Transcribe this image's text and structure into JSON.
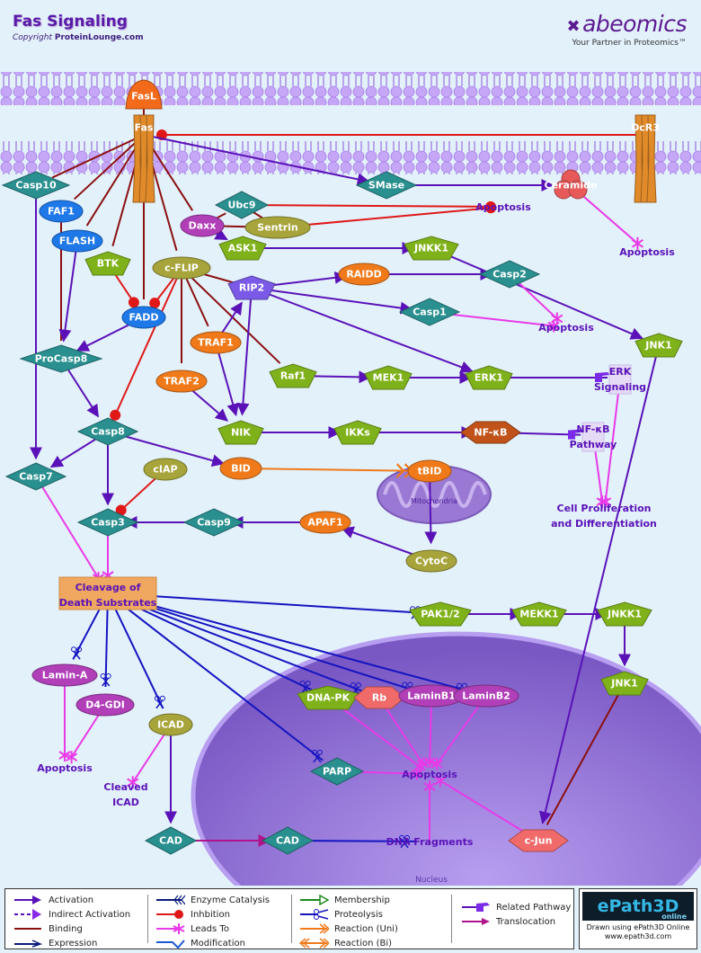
{
  "header": {
    "title": "Fas Signaling",
    "copyright_prefix": "Copyright",
    "copyright_owner": "ProteinLounge.com",
    "brand_name": "abeomics",
    "brand_tagline": "Your Partner in Proteomics™"
  },
  "compartments": {
    "mitochondria": "Mitochondria",
    "nucleus": "Nucleus"
  },
  "nodes": [
    {
      "id": "FasL",
      "label": "FasL",
      "shape": "ligand",
      "color": "#f26a1a"
    },
    {
      "id": "Fas",
      "label": "Fas",
      "shape": "receptor",
      "color": "#e08a2a"
    },
    {
      "id": "DcR3",
      "label": "DcR3",
      "shape": "receptor",
      "color": "#e08a2a"
    },
    {
      "id": "Casp10",
      "label": "Casp10",
      "shape": "diamond",
      "color": "#2a8f8f"
    },
    {
      "id": "SMase",
      "label": "SMase",
      "shape": "diamond",
      "color": "#2a8f8f"
    },
    {
      "id": "Ceramide",
      "label": "Ceramide",
      "shape": "trefoil",
      "color": "#e85a5a"
    },
    {
      "id": "FAF1",
      "label": "FAF1",
      "shape": "ellipse",
      "color": "#1e78e8"
    },
    {
      "id": "FLASH",
      "label": "FLASH",
      "shape": "ellipse",
      "color": "#1e78e8"
    },
    {
      "id": "Ubc9",
      "label": "Ubc9",
      "shape": "diamond",
      "color": "#2a8f8f"
    },
    {
      "id": "Daxx",
      "label": "Daxx",
      "shape": "ellipse",
      "color": "#b03fb8"
    },
    {
      "id": "Sentrin",
      "label": "Sentrin",
      "shape": "ellipse",
      "color": "#a6a43a"
    },
    {
      "id": "ASK1",
      "label": "ASK1",
      "shape": "pentagon",
      "color": "#7fb21a"
    },
    {
      "id": "JNKK1a",
      "label": "JNKK1",
      "shape": "pentagon",
      "color": "#7fb21a"
    },
    {
      "id": "BTK",
      "label": "BTK",
      "shape": "pentagon",
      "color": "#7fb21a"
    },
    {
      "id": "cFLIP",
      "label": "c-FLIP",
      "shape": "ellipse",
      "color": "#a6a43a"
    },
    {
      "id": "RIP2",
      "label": "RIP2",
      "shape": "pentagon",
      "color": "#7b5ae8"
    },
    {
      "id": "RAIDD",
      "label": "RAIDD",
      "shape": "ellipse",
      "color": "#f07a1a"
    },
    {
      "id": "Casp2",
      "label": "Casp2",
      "shape": "diamond",
      "color": "#2a8f8f"
    },
    {
      "id": "FADD",
      "label": "FADD",
      "shape": "ellipse",
      "color": "#1e78e8"
    },
    {
      "id": "Casp1",
      "label": "Casp1",
      "shape": "diamond",
      "color": "#2a8f8f"
    },
    {
      "id": "TRAF1",
      "label": "TRAF1",
      "shape": "ellipse",
      "color": "#f07a1a"
    },
    {
      "id": "JNK1a",
      "label": "JNK1",
      "shape": "pentagon",
      "color": "#7fb21a"
    },
    {
      "id": "ProCasp8",
      "label": "ProCasp8",
      "shape": "diamond",
      "color": "#2a8f8f"
    },
    {
      "id": "Raf1",
      "label": "Raf1",
      "shape": "pentagon",
      "color": "#7fb21a"
    },
    {
      "id": "MEK1",
      "label": "MEK1",
      "shape": "pentagon",
      "color": "#7fb21a"
    },
    {
      "id": "ERK1",
      "label": "ERK1",
      "shape": "pentagon",
      "color": "#7fb21a"
    },
    {
      "id": "TRAF2",
      "label": "TRAF2",
      "shape": "ellipse",
      "color": "#f07a1a"
    },
    {
      "id": "Casp8",
      "label": "Casp8",
      "shape": "diamond",
      "color": "#2a8f8f"
    },
    {
      "id": "NIK",
      "label": "NIK",
      "shape": "pentagon",
      "color": "#7fb21a"
    },
    {
      "id": "IKKs",
      "label": "IKKs",
      "shape": "pentagon",
      "color": "#7fb21a"
    },
    {
      "id": "NFkB",
      "label": "NF-κB",
      "shape": "hexagon",
      "color": "#c0521a"
    },
    {
      "id": "Casp7",
      "label": "Casp7",
      "shape": "diamond",
      "color": "#2a8f8f"
    },
    {
      "id": "BID",
      "label": "BID",
      "shape": "ellipse",
      "color": "#f07a1a"
    },
    {
      "id": "tBID",
      "label": "tBID",
      "shape": "ellipse",
      "color": "#f07a1a"
    },
    {
      "id": "cIAP",
      "label": "cIAP",
      "shape": "ellipse",
      "color": "#a6a43a"
    },
    {
      "id": "Casp3",
      "label": "Casp3",
      "shape": "diamond",
      "color": "#2a8f8f"
    },
    {
      "id": "Casp9",
      "label": "Casp9",
      "shape": "diamond",
      "color": "#2a8f8f"
    },
    {
      "id": "APAF1",
      "label": "APAF1",
      "shape": "ellipse",
      "color": "#f07a1a"
    },
    {
      "id": "CytoC",
      "label": "CytoC",
      "shape": "ellipse",
      "color": "#a6a43a"
    },
    {
      "id": "PAK12",
      "label": "PAK1/2",
      "shape": "pentagon",
      "color": "#7fb21a"
    },
    {
      "id": "MEKK1",
      "label": "MEKK1",
      "shape": "pentagon",
      "color": "#7fb21a"
    },
    {
      "id": "JNKK1b",
      "label": "JNKK1",
      "shape": "pentagon",
      "color": "#7fb21a"
    },
    {
      "id": "LaminA",
      "label": "Lamin-A",
      "shape": "ellipse",
      "color": "#b03fb8"
    },
    {
      "id": "D4GDI",
      "label": "D4-GDI",
      "shape": "ellipse",
      "color": "#b03fb8"
    },
    {
      "id": "ICAD",
      "label": "ICAD",
      "shape": "ellipse",
      "color": "#a6a43a"
    },
    {
      "id": "DNAPK",
      "label": "DNA-PK",
      "shape": "pentagon",
      "color": "#7fb21a"
    },
    {
      "id": "Rb",
      "label": "Rb",
      "shape": "hexagon",
      "color": "#f06a6a"
    },
    {
      "id": "LaminB1",
      "label": "LaminB1",
      "shape": "ellipse",
      "color": "#b03fb8"
    },
    {
      "id": "LaminB2",
      "label": "LaminB2",
      "shape": "ellipse",
      "color": "#b03fb8"
    },
    {
      "id": "JNK1b",
      "label": "JNK1",
      "shape": "pentagon",
      "color": "#7fb21a"
    },
    {
      "id": "PARP",
      "label": "PARP",
      "shape": "diamond",
      "color": "#2a8f8f"
    },
    {
      "id": "CAD1",
      "label": "CAD",
      "shape": "diamond",
      "color": "#2a8f8f"
    },
    {
      "id": "CAD2",
      "label": "CAD",
      "shape": "diamond",
      "color": "#2a8f8f"
    },
    {
      "id": "cJun",
      "label": "c-Jun",
      "shape": "hexagon",
      "color": "#f06a6a"
    }
  ],
  "outcomes": [
    {
      "id": "apop1",
      "lines": [
        "Apoptosis"
      ]
    },
    {
      "id": "apop2",
      "lines": [
        "Apoptosis"
      ]
    },
    {
      "id": "apop3",
      "lines": [
        "Apoptosis"
      ]
    },
    {
      "id": "erk",
      "lines": [
        "ERK",
        "Signaling"
      ],
      "type": "related-pathway"
    },
    {
      "id": "nfkbpath",
      "lines": [
        "NF-κB",
        "Pathway"
      ],
      "type": "related-pathway"
    },
    {
      "id": "cellprolif",
      "lines": [
        "Cell Proliferation",
        "and Differentiation"
      ]
    },
    {
      "id": "cleavage",
      "lines": [
        "Cleavage of",
        "Death Substrates"
      ],
      "type": "box"
    },
    {
      "id": "apop4",
      "lines": [
        "Apoptosis"
      ]
    },
    {
      "id": "cleavedicad",
      "lines": [
        "Cleaved",
        "ICAD"
      ]
    },
    {
      "id": "apop5",
      "lines": [
        "Apoptosis"
      ],
      "inside": "nucleus"
    },
    {
      "id": "dnafrag",
      "lines": [
        "DNA Fragments"
      ],
      "inside": "nucleus"
    }
  ],
  "edges": [
    {
      "from": "FasL",
      "to": "Fas",
      "type": "binding"
    },
    {
      "from": "DcR3",
      "to": "Fas",
      "type": "inhibition"
    },
    {
      "from": "Fas",
      "to": "Casp10",
      "type": "binding"
    },
    {
      "from": "Fas",
      "to": "SMase",
      "type": "activation"
    },
    {
      "from": "SMase",
      "to": "Ceramide",
      "type": "activation"
    },
    {
      "from": "Ceramide",
      "to": "apop2",
      "type": "leads-to"
    },
    {
      "from": "Fas",
      "to": "FAF1",
      "type": "binding"
    },
    {
      "from": "Fas",
      "to": "FLASH",
      "type": "binding"
    },
    {
      "from": "Fas",
      "to": "BTK",
      "type": "binding"
    },
    {
      "from": "Fas",
      "to": "FADD",
      "type": "binding"
    },
    {
      "from": "Fas",
      "to": "cFLIP",
      "type": "binding"
    },
    {
      "from": "Fas",
      "to": "Daxx",
      "type": "binding"
    },
    {
      "from": "Daxx",
      "to": "Ubc9",
      "type": "binding"
    },
    {
      "from": "Daxx",
      "to": "Sentrin",
      "type": "binding"
    },
    {
      "from": "Ubc9",
      "to": "Sentrin",
      "type": "binding"
    },
    {
      "from": "Ubc9",
      "to": "apop1",
      "type": "inhibition"
    },
    {
      "from": "Sentrin",
      "to": "apop1",
      "type": "inhibition"
    },
    {
      "from": "Daxx",
      "to": "ASK1",
      "type": "activation"
    },
    {
      "from": "ASK1",
      "to": "JNKK1a",
      "type": "activation"
    },
    {
      "from": "JNKK1a",
      "to": "JNK1a",
      "type": "activation"
    },
    {
      "from": "BTK",
      "to": "FADD",
      "type": "inhibition"
    },
    {
      "from": "cFLIP",
      "to": "FADD",
      "type": "inhibition"
    },
    {
      "from": "cFLIP",
      "to": "RIP2",
      "type": "binding"
    },
    {
      "from": "cFLIP",
      "to": "TRAF1",
      "type": "binding"
    },
    {
      "from": "cFLIP",
      "to": "TRAF2",
      "type": "binding"
    },
    {
      "from": "cFLIP",
      "to": "Raf1",
      "type": "binding"
    },
    {
      "from": "cFLIP",
      "to": "Casp8",
      "type": "inhibition"
    },
    {
      "from": "RIP2",
      "to": "RAIDD",
      "type": "activation"
    },
    {
      "from": "RAIDD",
      "to": "Casp2",
      "type": "activation"
    },
    {
      "from": "RIP2",
      "to": "Casp1",
      "type": "activation"
    },
    {
      "from": "RIP2",
      "to": "ERK1",
      "type": "activation"
    },
    {
      "from": "RIP2",
      "to": "NIK",
      "type": "activation"
    },
    {
      "from": "Casp2",
      "to": "apop3",
      "type": "leads-to"
    },
    {
      "from": "Casp1",
      "to": "apop3",
      "type": "leads-to"
    },
    {
      "from": "TRAF1",
      "to": "RIP2",
      "type": "activation"
    },
    {
      "from": "TRAF1",
      "to": "NIK",
      "type": "activation"
    },
    {
      "from": "TRAF2",
      "to": "NIK",
      "type": "activation"
    },
    {
      "from": "FAF1",
      "to": "ProCasp8",
      "type": "binding"
    },
    {
      "from": "FLASH",
      "to": "ProCasp8",
      "type": "activation"
    },
    {
      "from": "FADD",
      "to": "ProCasp8",
      "type": "activation"
    },
    {
      "from": "ProCasp8",
      "to": "Casp8",
      "type": "activation"
    },
    {
      "from": "Casp10",
      "to": "Casp7",
      "type": "activation"
    },
    {
      "from": "Raf1",
      "to": "MEK1",
      "type": "activation"
    },
    {
      "from": "MEK1",
      "to": "ERK1",
      "type": "activation"
    },
    {
      "from": "ERK1",
      "to": "erk",
      "type": "related-pathway"
    },
    {
      "from": "NIK",
      "to": "IKKs",
      "type": "activation"
    },
    {
      "from": "IKKs",
      "to": "NFkB",
      "type": "activation"
    },
    {
      "from": "NFkB",
      "to": "nfkbpath",
      "type": "related-pathway"
    },
    {
      "from": "erk",
      "to": "cellprolif",
      "type": "leads-to"
    },
    {
      "from": "nfkbpath",
      "to": "cellprolif",
      "type": "leads-to"
    },
    {
      "from": "Casp8",
      "to": "Casp7",
      "type": "activation"
    },
    {
      "from": "Casp8",
      "to": "Casp3",
      "type": "activation"
    },
    {
      "from": "Casp8",
      "to": "BID",
      "type": "activation"
    },
    {
      "from": "BID",
      "to": "tBID",
      "type": "reaction-uni"
    },
    {
      "from": "tBID",
      "to": "CytoC",
      "type": "activation"
    },
    {
      "from": "CytoC",
      "to": "APAF1",
      "type": "activation"
    },
    {
      "from": "APAF1",
      "to": "Casp9",
      "type": "activation"
    },
    {
      "from": "Casp9",
      "to": "Casp3",
      "type": "activation"
    },
    {
      "from": "cIAP",
      "to": "Casp3",
      "type": "inhibition"
    },
    {
      "from": "Casp7",
      "to": "cleavage",
      "type": "leads-to"
    },
    {
      "from": "Casp3",
      "to": "cleavage",
      "type": "leads-to"
    },
    {
      "from": "cleavage",
      "to": "PAK12",
      "type": "proteolysis"
    },
    {
      "from": "PAK12",
      "to": "MEKK1",
      "type": "activation"
    },
    {
      "from": "MEKK1",
      "to": "JNKK1b",
      "type": "activation"
    },
    {
      "from": "JNKK1b",
      "to": "JNK1b",
      "type": "activation"
    },
    {
      "from": "cleavage",
      "to": "LaminA",
      "type": "proteolysis"
    },
    {
      "from": "cleavage",
      "to": "D4GDI",
      "type": "proteolysis"
    },
    {
      "from": "cleavage",
      "to": "ICAD",
      "type": "proteolysis"
    },
    {
      "from": "cleavage",
      "to": "DNAPK",
      "type": "proteolysis"
    },
    {
      "from": "cleavage",
      "to": "Rb",
      "type": "proteolysis"
    },
    {
      "from": "cleavage",
      "to": "LaminB1",
      "type": "proteolysis"
    },
    {
      "from": "cleavage",
      "to": "LaminB2",
      "type": "proteolysis"
    },
    {
      "from": "cleavage",
      "to": "PARP",
      "type": "proteolysis"
    },
    {
      "from": "LaminA",
      "to": "apop4",
      "type": "leads-to"
    },
    {
      "from": "D4GDI",
      "to": "apop4",
      "type": "leads-to"
    },
    {
      "from": "ICAD",
      "to": "cleavedicad",
      "type": "leads-to"
    },
    {
      "from": "ICAD",
      "to": "CAD1",
      "type": "activation"
    },
    {
      "from": "CAD1",
      "to": "CAD2",
      "type": "translocation"
    },
    {
      "from": "CAD2",
      "to": "dnafrag",
      "type": "proteolysis"
    },
    {
      "from": "DNAPK",
      "to": "apop5",
      "type": "leads-to"
    },
    {
      "from": "Rb",
      "to": "apop5",
      "type": "leads-to"
    },
    {
      "from": "LaminB1",
      "to": "apop5",
      "type": "leads-to"
    },
    {
      "from": "LaminB2",
      "to": "apop5",
      "type": "leads-to"
    },
    {
      "from": "PARP",
      "to": "apop5",
      "type": "leads-to"
    },
    {
      "from": "dnafrag",
      "to": "apop5",
      "type": "leads-to"
    },
    {
      "from": "cJun",
      "to": "apop5",
      "type": "leads-to"
    },
    {
      "from": "JNK1b",
      "to": "cJun",
      "type": "binding"
    },
    {
      "from": "JNK1a",
      "to": "cJun",
      "type": "activation"
    }
  ],
  "legend": {
    "columns": [
      [
        {
          "type": "activation",
          "label": "Activation"
        },
        {
          "type": "indirect-activation",
          "label": "Indirect Activation"
        },
        {
          "type": "binding",
          "label": "Binding"
        },
        {
          "type": "expression",
          "label": "Expression"
        }
      ],
      [
        {
          "type": "enzyme-catalysis",
          "label": "Enzyme Catalysis"
        },
        {
          "type": "inhibition",
          "label": "Inhbition"
        },
        {
          "type": "leads-to",
          "label": "Leads To"
        },
        {
          "type": "modification",
          "label": "Modification"
        }
      ],
      [
        {
          "type": "membership",
          "label": "Membership"
        },
        {
          "type": "proteolysis",
          "label": "Proteolysis"
        },
        {
          "type": "reaction-uni",
          "label": "Reaction (Uni)"
        },
        {
          "type": "reaction-bi",
          "label": "Reaction (Bi)"
        }
      ],
      [
        {
          "type": "related-pathway",
          "label": "Related Pathway"
        },
        {
          "type": "translocation",
          "label": "Translocation"
        }
      ]
    ]
  },
  "footer": {
    "tool_logo": "ePath3D",
    "tool_logo_sub": "online",
    "drawn_using": "Drawn using ePath3D Online",
    "url": "www.epath3d.com"
  },
  "colors": {
    "activation": "#5a12b8",
    "binding": "#8b1010",
    "inhibition": "#e01818",
    "leads_to": "#e83ae8",
    "proteolysis": "#1414c0",
    "reaction": "#f07a1a",
    "translocation": "#b0148c",
    "membrane": "#c9a8f5",
    "nucleus": "#8e6fd0",
    "background": "#e3f1fb"
  }
}
